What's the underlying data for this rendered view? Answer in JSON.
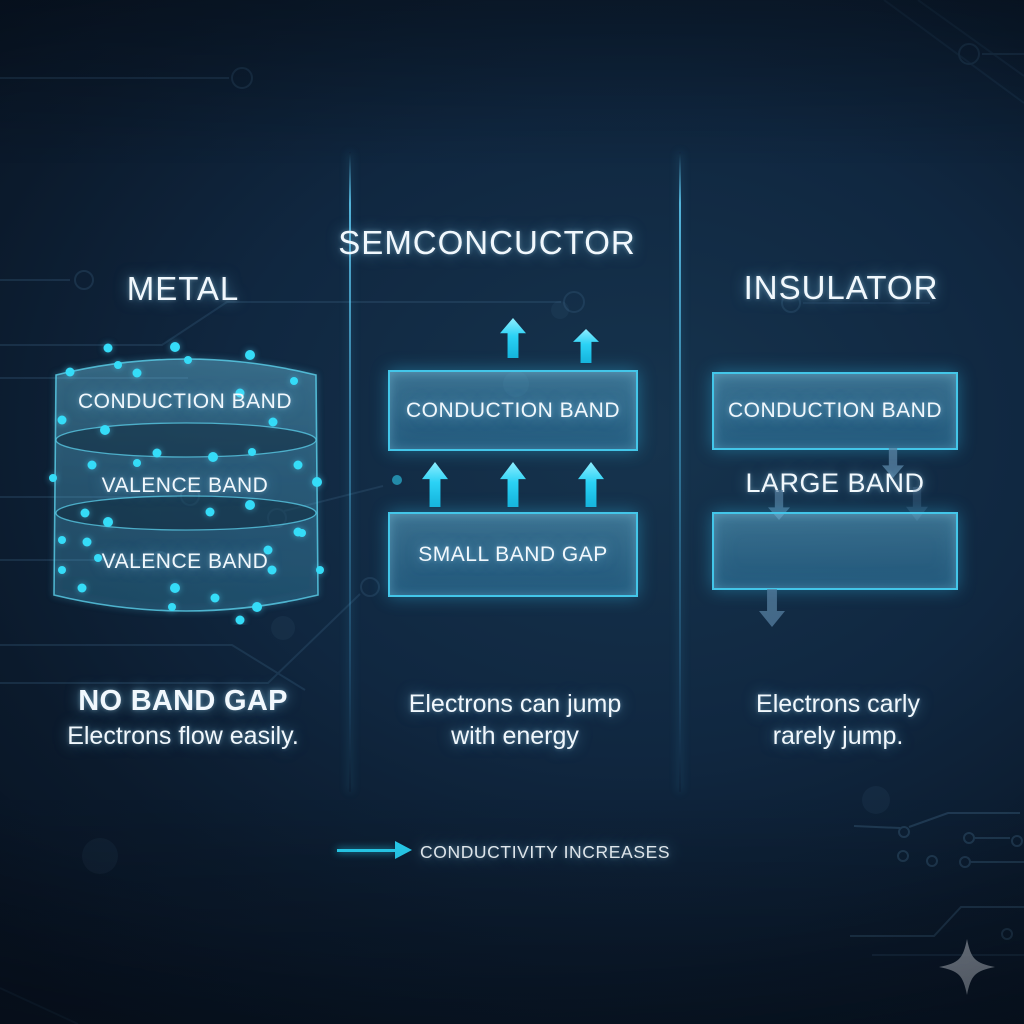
{
  "infographic": {
    "topic": "band structure comparison"
  },
  "palette": {
    "background": "#0e2236",
    "accent_cyan": "#2ad3f5",
    "box_border": "#43c6e9",
    "box_fill": "#2e7ea3",
    "muted_arrow": "#567fa0",
    "text": "#f1f8fd",
    "sparkle": "#97a0ab"
  },
  "icons": {
    "energy_up_arrow": "↑",
    "blocked_down_arrow": "↓",
    "conductivity_arrow": "→",
    "sparkle_watermark": "✦",
    "electron_dot": "•"
  },
  "columns": [
    {
      "title": "METAL",
      "bands": [
        "CONDUCTION BAND",
        "VALENCE BAND",
        "VALENCE BAND"
      ],
      "caption": {
        "heading": "NO BAND GAP",
        "lines": [
          "Electrons flow easily."
        ]
      }
    },
    {
      "title": "SEMCONCUCTOR",
      "boxes": [
        "CONDUCTION BAND",
        "SMALL BAND GAP"
      ],
      "caption": {
        "lines": [
          "Electrons can jump",
          "with energy"
        ]
      }
    },
    {
      "title": "INSULATOR",
      "boxes": [
        "CONDUCTION BAND",
        ""
      ],
      "gap_label": "LARGE BAND",
      "caption": {
        "lines": [
          "Electrons carly",
          "rarely jump."
        ]
      }
    }
  ],
  "legend": {
    "label": "CONDUCTIVITY INCREASES"
  }
}
